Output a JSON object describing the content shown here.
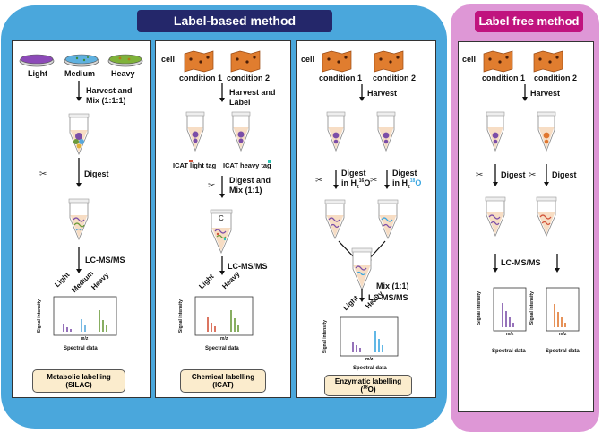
{
  "sections": {
    "label_based": {
      "title": "Label-based method"
    },
    "label_free": {
      "title": "Label free method"
    }
  },
  "silac": {
    "dish_labels": [
      "Light",
      "Medium",
      "Heavy"
    ],
    "step1": [
      "Harvest and",
      "Mix (1:1:1)"
    ],
    "digest": "Digest",
    "lcms": "LC-MS/MS",
    "plot_labels": [
      "Light",
      "Medium",
      "Heavy"
    ],
    "y_label": "Signal intensity",
    "x_label": "m/z",
    "spectral": "Spectral data",
    "box": [
      "Metabolic labelling",
      "(SILAC)"
    ]
  },
  "icat": {
    "cell": "cell",
    "conditions": [
      "condition 1",
      "condition 2"
    ],
    "step1": [
      "Harvest and",
      "Label"
    ],
    "tags": [
      "ICAT light tag",
      "ICAT heavy tag"
    ],
    "step2": [
      "Digest and",
      "Mix (1:1)"
    ],
    "tube_letter": "C",
    "lcms": "LC-MS/MS",
    "plot_labels": [
      "Light",
      "Heavy"
    ],
    "y_label": "Signal intensity",
    "x_label": "m/z",
    "spectral": "Spectral data",
    "box": [
      "Chemical labelling",
      "(ICAT)"
    ]
  },
  "enzymatic": {
    "cell": "cell",
    "conditions": [
      "condition 1",
      "condition 2"
    ],
    "harvest": "Harvest",
    "digest_word": "Digest",
    "digest_in": "in H",
    "sub2": "2",
    "sup16": "16",
    "sup18": "18",
    "oxygen": "O",
    "mix": "Mix (1:1)",
    "lcms": "LC-MS/MS",
    "plot_labels": [
      "Light",
      "Heavy"
    ],
    "y_label": "Signal intensity",
    "x_label": "m/z",
    "spectral": "Spectral data",
    "box": [
      "Enzymatic labelling",
      "(",
      "18",
      "O)"
    ]
  },
  "label_free": {
    "cell": "cell",
    "conditions": [
      "condition 1",
      "condition 2"
    ],
    "harvest": "Harvest",
    "digest": "Digest",
    "lcms": "LC-MS/MS",
    "y_label": "Signal intensity",
    "x_label": "m/z",
    "spectral": "Spectral data"
  },
  "colors": {
    "label_based_bg": "#4aa7dc",
    "label_based_header": "#24276a",
    "label_free_bg": "#de97d6",
    "label_free_header": "#c0137e",
    "light": "#7b4ea8",
    "medium": "#58a8dc",
    "heavy": "#6a9a3a",
    "cell": "#e07d2f",
    "tag": "#2fc4b4",
    "o18": "#3aa6e0",
    "red": "#d2533a"
  }
}
